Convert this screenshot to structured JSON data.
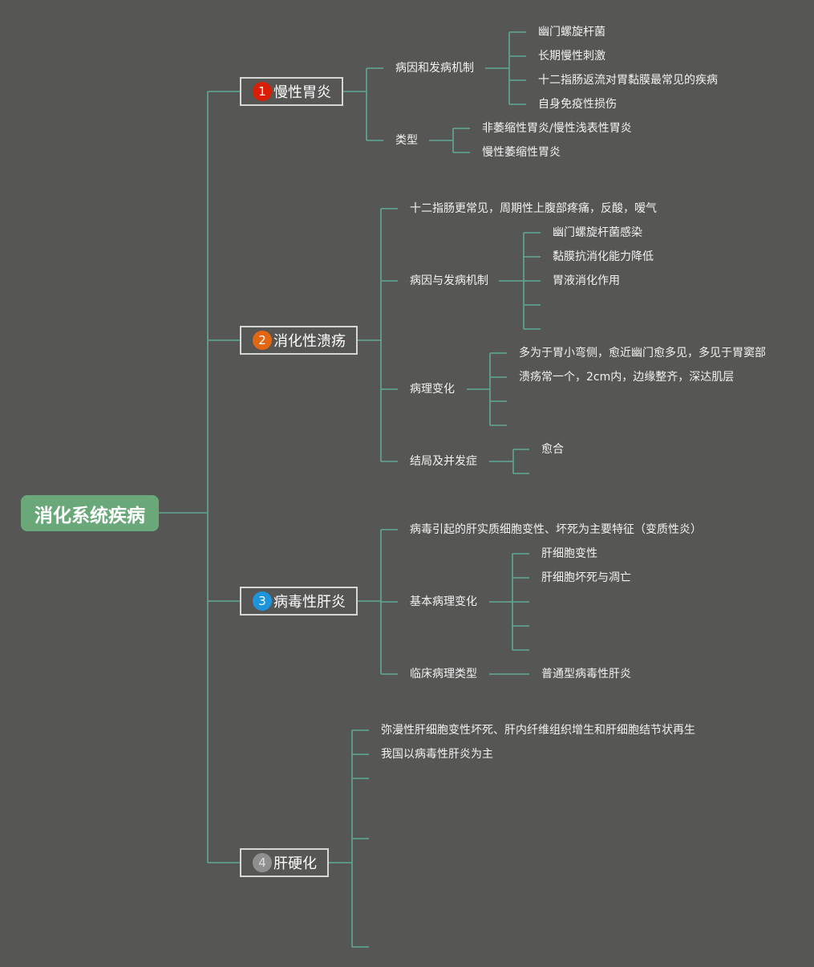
{
  "colors": {
    "background": "#565654",
    "connector": "#5fa895",
    "root_fill": "#6aa87a",
    "badge_1": "#d81e06",
    "badge_2": "#e36613",
    "badge_3": "#1d94dc",
    "badge_4": "#8f8f8f"
  },
  "root": {
    "label": "消化系统疾病"
  },
  "topics": [
    {
      "number": "1",
      "label": "慢性胃炎"
    },
    {
      "number": "2",
      "label": "消化性溃疡"
    },
    {
      "number": "3",
      "label": "病毒性肝炎"
    },
    {
      "number": "4",
      "label": "肝硬化"
    }
  ],
  "t1": {
    "etiology": {
      "label": "病因和发病机制",
      "items": [
        "幽门螺旋杆菌",
        "长期慢性刺激",
        "十二指肠返流对胃黏膜最常见的疾病",
        "自身免疫性损伤"
      ]
    },
    "types": {
      "label": "类型",
      "items": [
        "非萎缩性胃炎/慢性浅表性胃炎",
        "慢性萎缩性胃炎"
      ]
    }
  },
  "t2": {
    "note": "十二指肠更常见，周期性上腹部疼痛，反酸，嗳气",
    "etiology": {
      "label": "病因与发病机制",
      "items": [
        "幽门螺旋杆菌感染",
        "黏膜抗消化能力降低",
        "胃液消化作用"
      ]
    },
    "pathology": {
      "label": "病理变化",
      "items": [
        "多为于胃小弯侧，愈近幽门愈多见，多见于胃窦部",
        "溃疡常一个，2cm内，边缘整齐，深达肌层"
      ]
    },
    "outcome": {
      "label": "结局及并发症",
      "items": [
        "愈合"
      ]
    }
  },
  "t3": {
    "note": "病毒引起的肝实质细胞变性、坏死为主要特征（变质性炎）",
    "pathology": {
      "label": "基本病理变化",
      "items": [
        "肝细胞变性",
        "肝细胞坏死与凋亡"
      ]
    },
    "clinical": {
      "label": "临床病理类型",
      "items": [
        "普通型病毒性肝炎"
      ]
    }
  },
  "t4": {
    "items": [
      "弥漫性肝细胞变性坏死、肝内纤维组织增生和肝细胞结节状再生",
      "我国以病毒性肝炎为主"
    ]
  }
}
